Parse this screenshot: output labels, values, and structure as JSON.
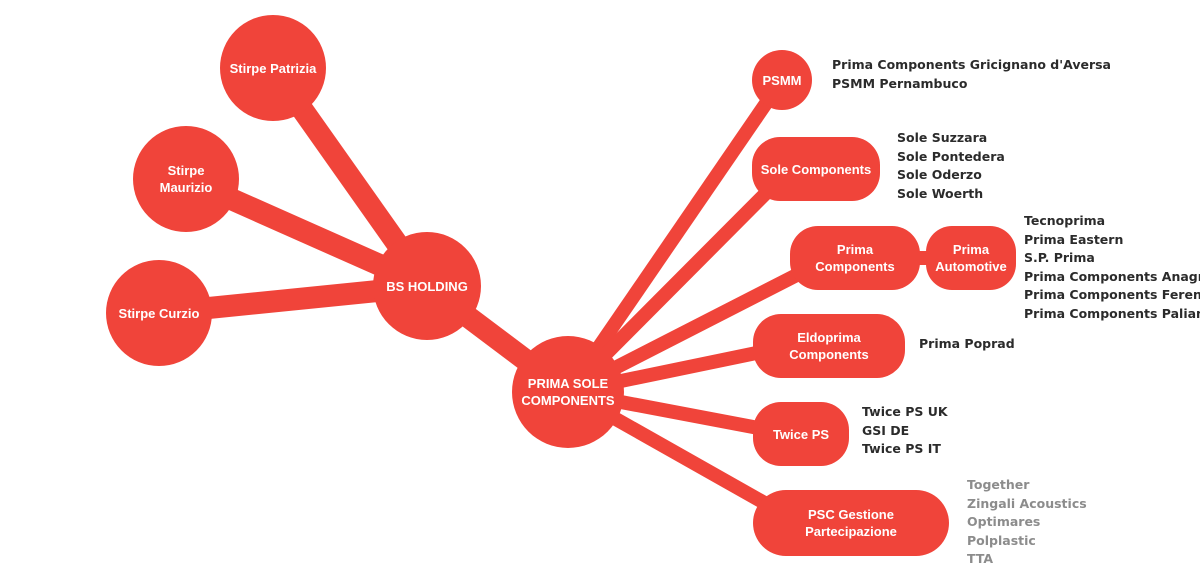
{
  "colors": {
    "node": "#f0443a",
    "text_dark": "#2b2b2b",
    "text_muted": "#8c8c8c"
  },
  "nodes": {
    "stirpe_patrizia": "Stirpe Patrizia",
    "stirpe_maurizio": "Stirpe Maurizio",
    "stirpe_curzio": "Stirpe Curzio",
    "bs_holding": "BS HOLDING",
    "prima_sole_line1": "PRIMA SOLE",
    "prima_sole_line2": "COMPONENTS",
    "psmm": "PSMM",
    "sole_components": "Sole Components",
    "prima_components": "Prima Components",
    "prima_automotive_line1": "Prima",
    "prima_automotive_line2": "Automotive",
    "eldoprima_components": "Eldoprima Components",
    "twice_ps": "Twice PS",
    "psc_gestione": "PSC Gestione Partecipazione"
  },
  "subsidiaries": {
    "psmm": [
      "Prima Components Gricignano d'Aversa",
      "PSMM Pernambuco"
    ],
    "sole_components": [
      "Sole Suzzara",
      "Sole Pontedera",
      "Sole Oderzo",
      "Sole Woerth"
    ],
    "prima_automotive": [
      "Tecnoprima",
      "Prima Eastern",
      "S.P. Prima",
      "Prima Components Anagni",
      "Prima Components Ferentino",
      "Prima Components Paliano"
    ],
    "eldoprima_components": [
      "Prima Poprad"
    ],
    "twice_ps": [
      "Twice PS UK",
      "GSI DE",
      "Twice PS IT"
    ],
    "psc_gestione": [
      "Together",
      "Zingali Acoustics",
      "Optimares",
      "Polplastic",
      "TTA"
    ]
  }
}
